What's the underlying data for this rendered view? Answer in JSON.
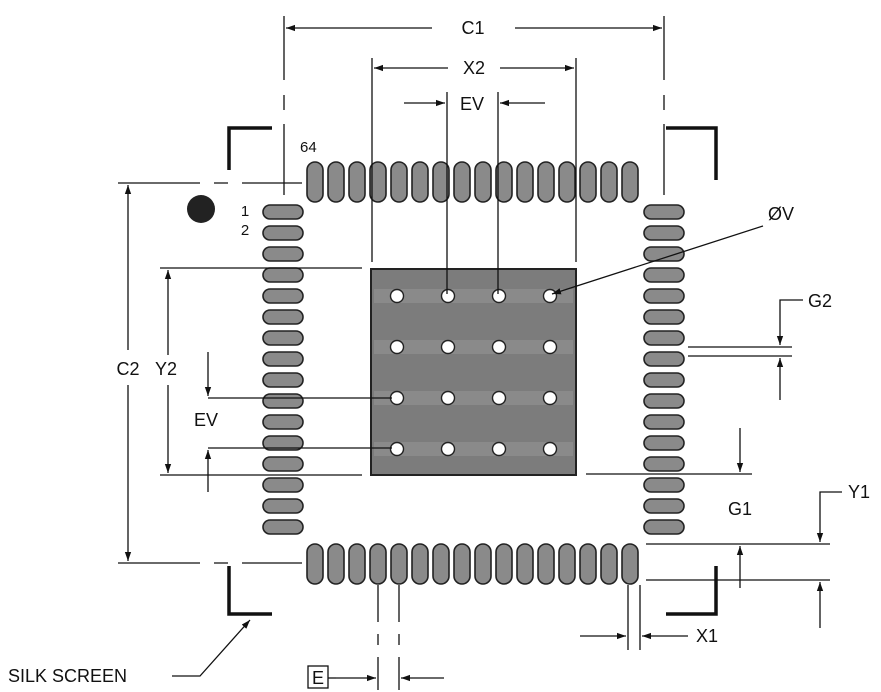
{
  "labels": {
    "c1": "C1",
    "x2": "X2",
    "ev_top": "EV",
    "pin_64": "64",
    "pin_1": "1",
    "pin_2": "2",
    "via_diameter": "ØV",
    "g2": "G2",
    "c2": "C2",
    "y2": "Y2",
    "ev_left": "EV",
    "g1": "G1",
    "y1": "Y1",
    "x1": "X1",
    "e": "E",
    "silk_screen": "SILK SCREEN"
  },
  "colors": {
    "pad_fill": "#8a8a8a",
    "pad_stroke": "#222222",
    "thermal_fill": "#7c7c7c",
    "line": "#111111",
    "via_fill": "#ffffff"
  },
  "footprint": {
    "pins_per_side": 16,
    "via_rows": 4,
    "via_cols": 4
  }
}
